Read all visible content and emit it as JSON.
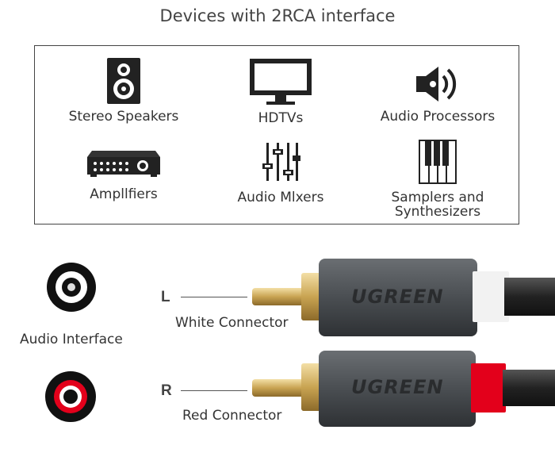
{
  "title": "Devices with 2RCA interface",
  "devices": [
    {
      "label": "Stereo Speakers",
      "icon": "speaker-icon"
    },
    {
      "label": "HDTVs",
      "icon": "tv-icon"
    },
    {
      "label": "Audio Processors",
      "icon": "audio-processor-icon"
    },
    {
      "label": "Ampllfiers",
      "icon": "amplifier-icon"
    },
    {
      "label": "Audio Mlxers",
      "icon": "mixer-icon"
    },
    {
      "label": "Samplers and",
      "label2": "Synthesizers",
      "icon": "piano-icon"
    }
  ],
  "interface": {
    "label": "Audio Interface",
    "left": {
      "letter": "L",
      "connector_label": "White Connector",
      "ring_color": "#ffffff"
    },
    "right": {
      "letter": "R",
      "connector_label": "Red Connector",
      "ring_color": "#e3001b"
    }
  },
  "brand": "UGREEN",
  "colors": {
    "plug_body": "#505458",
    "gold": "#d6b46a",
    "white_ring": "#f2f2f2",
    "red_ring": "#e3001b",
    "cable": "#2b2b2b"
  }
}
